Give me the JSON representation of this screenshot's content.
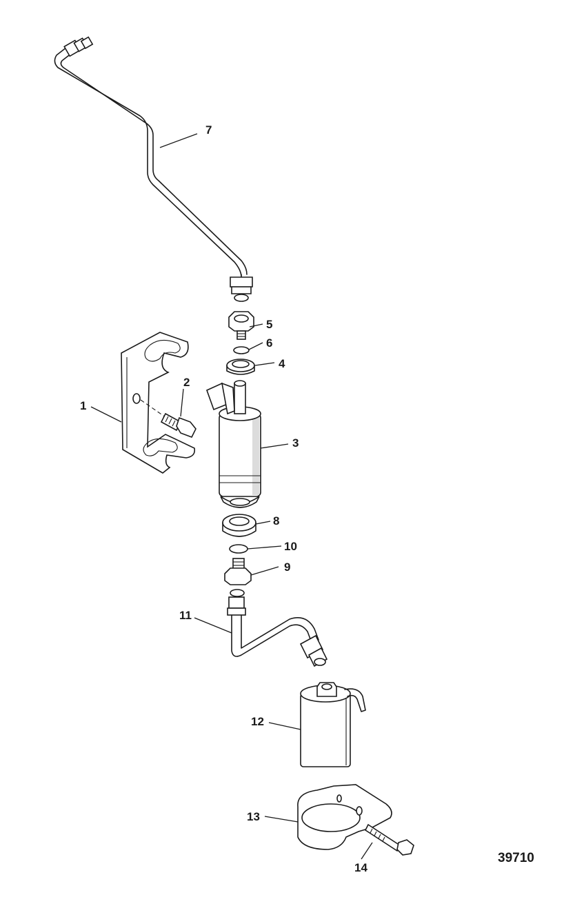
{
  "diagram": {
    "reference_number": "39710",
    "callouts": [
      {
        "id": "part-1",
        "label": "1"
      },
      {
        "id": "part-2",
        "label": "2"
      },
      {
        "id": "part-3",
        "label": "3"
      },
      {
        "id": "part-4",
        "label": "4"
      },
      {
        "id": "part-5",
        "label": "5"
      },
      {
        "id": "part-6",
        "label": "6"
      },
      {
        "id": "part-7",
        "label": "7"
      },
      {
        "id": "part-8",
        "label": "8"
      },
      {
        "id": "part-9",
        "label": "9"
      },
      {
        "id": "part-10",
        "label": "10"
      },
      {
        "id": "part-11",
        "label": "11"
      },
      {
        "id": "part-12",
        "label": "12"
      },
      {
        "id": "part-13",
        "label": "13"
      },
      {
        "id": "part-14",
        "label": "14"
      }
    ]
  }
}
